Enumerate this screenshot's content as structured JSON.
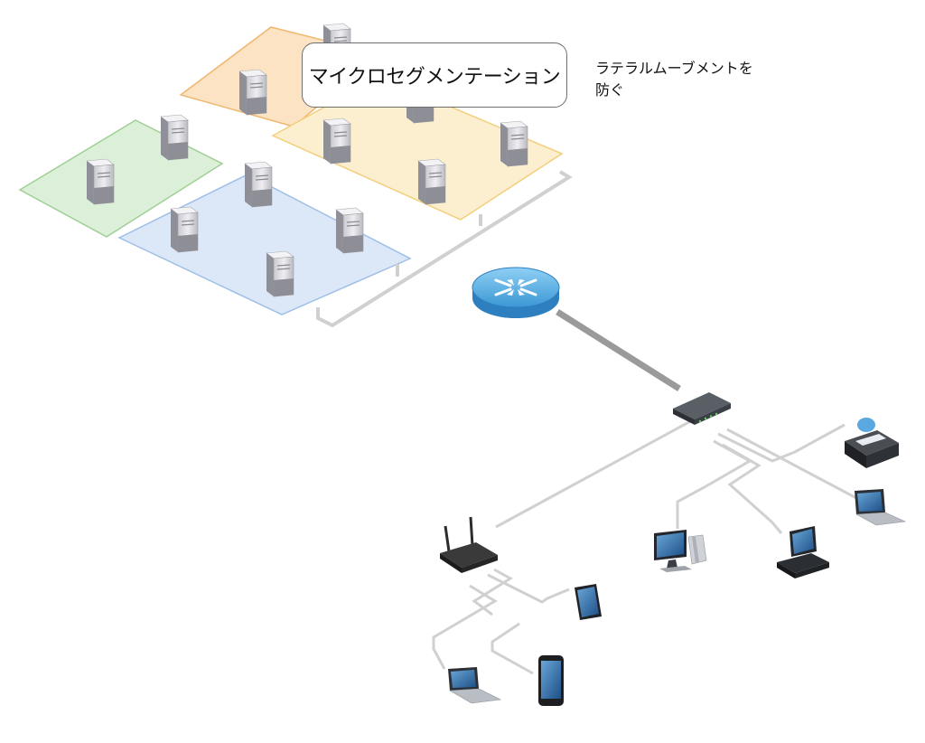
{
  "callout": {
    "label": "マイクロセグメンテーション"
  },
  "note": {
    "line1": "ラテラルムーブメントを",
    "line2": "防ぐ"
  },
  "zones": [
    {
      "id": "orange",
      "fill": "#fbe3c4",
      "stroke": "#f0b870"
    },
    {
      "id": "green",
      "fill": "#dcefd8",
      "stroke": "#9fcf96"
    },
    {
      "id": "yellow",
      "fill": "#fcefcf",
      "stroke": "#f2cf7c"
    },
    {
      "id": "blue",
      "fill": "#dce8f8",
      "stroke": "#9fbfe6"
    }
  ],
  "colors": {
    "link": "#d0d0d0",
    "uplink": "#9a9a9a",
    "router": "#4aa3dc",
    "server_light": "#e6e6ea",
    "server_dark": "#9a9aa2"
  },
  "devices": [
    {
      "name": "router-icon"
    },
    {
      "name": "switch-icon"
    },
    {
      "name": "wireless-router-icon"
    },
    {
      "name": "printer-icon"
    },
    {
      "name": "laptop-icon"
    },
    {
      "name": "desktop-computer-icon"
    },
    {
      "name": "workstation-icon"
    },
    {
      "name": "tablet-icon"
    },
    {
      "name": "smartphone-icon"
    }
  ]
}
